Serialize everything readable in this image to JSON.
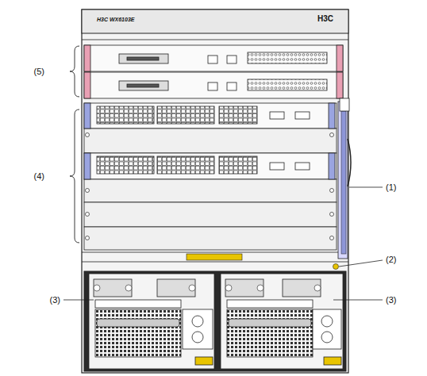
{
  "diagram": {
    "labels": [
      "H3C WX6103E",
      "H3C",
      "(5)",
      "(4)",
      "(1)",
      "(2)",
      "(3)",
      "(3)"
    ]
  }
}
